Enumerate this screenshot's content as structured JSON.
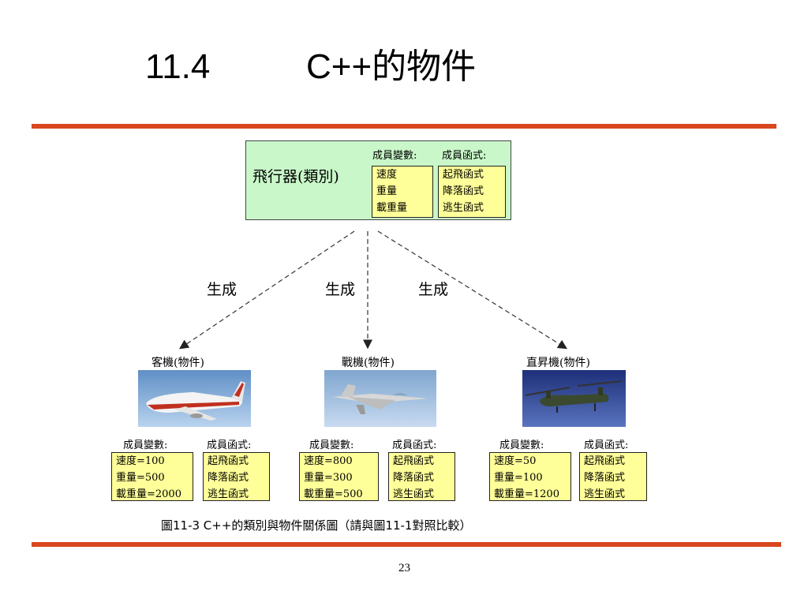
{
  "title": {
    "number": "11.4",
    "text": "C++的物件"
  },
  "class_box": {
    "name": "飛行器(類別)",
    "member_vars_label": "成員變數:",
    "member_funcs_label": "成員函式:",
    "member_vars": [
      "速度",
      "重量",
      "載重量"
    ],
    "member_funcs": [
      "起飛函式",
      "降落函式",
      "逃生函式"
    ]
  },
  "arrow_labels": [
    "生成",
    "生成",
    "生成"
  ],
  "objects": [
    {
      "name": "客機(物件)",
      "member_vars_label": "成員變數:",
      "member_funcs_label": "成員函式:",
      "member_vars": [
        "速度=100",
        "重量=500",
        "載重量=2000"
      ],
      "member_funcs": [
        "起飛函式",
        "降落函式",
        "逃生函式"
      ]
    },
    {
      "name": "戰機(物件)",
      "member_vars_label": "成員變數:",
      "member_funcs_label": "成員函式:",
      "member_vars": [
        "速度=800",
        "重量=300",
        "載重量=500"
      ],
      "member_funcs": [
        "起飛函式",
        "降落函式",
        "逃生函式"
      ]
    },
    {
      "name": "直昇機(物件)",
      "member_vars_label": "成員變數:",
      "member_funcs_label": "成員函式:",
      "member_vars": [
        "速度=50",
        "重量=100",
        "載重量=1200"
      ],
      "member_funcs": [
        "起飛函式",
        "降落函式",
        "逃生函式"
      ]
    }
  ],
  "caption": "圖11-3  C++的類別與物件關係圖（請與圖11-1對照比較）",
  "page_number": "23",
  "colors": {
    "rule": "#d9471e",
    "class_box_bg": "#c9f7c9",
    "member_box_bg": "#ffff99"
  }
}
